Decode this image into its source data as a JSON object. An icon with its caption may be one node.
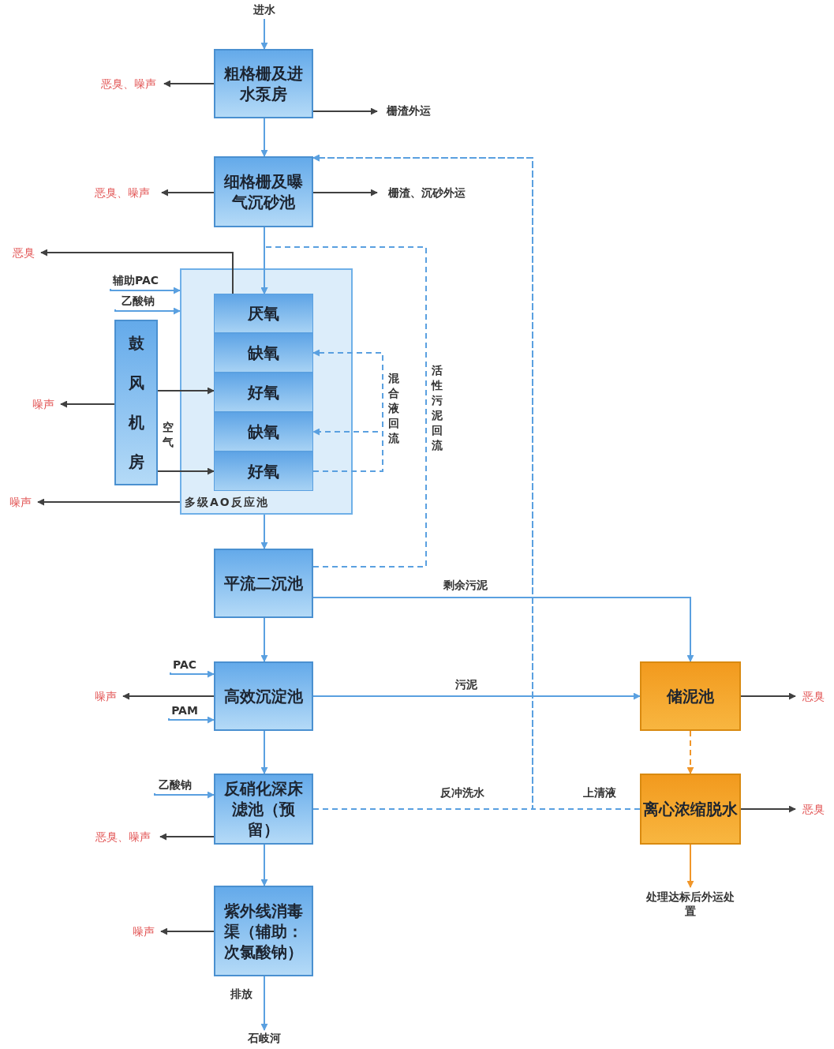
{
  "diagram": {
    "nodes": [
      {
        "text": [
          "进水"
        ]
      },
      {
        "text": [
          "粗格栅及进水泵房"
        ]
      },
      {
        "text": [
          "恶臭、噪声"
        ]
      },
      {
        "text": [
          "栅渣外运"
        ]
      },
      {
        "text": [
          "细格栅及曝气沉砂池"
        ]
      },
      {
        "text": [
          "恶臭、噪声"
        ]
      },
      {
        "text": [
          "栅渣、沉砂外运"
        ]
      },
      {
        "text": [
          "多级AO反应池"
        ]
      },
      {
        "text": [
          "厌氧"
        ],
        "in": 7
      },
      {
        "text": [
          "缺氧"
        ],
        "in": 7
      },
      {
        "text": [
          "好氧"
        ],
        "in": 7
      },
      {
        "text": [
          "缺氧"
        ],
        "in": 7
      },
      {
        "text": [
          "好氧"
        ],
        "in": 7
      },
      {
        "text": [
          "鼓风机房"
        ]
      },
      {
        "text": [
          "恶臭"
        ]
      },
      {
        "text": [
          "噪声"
        ]
      },
      {
        "text": [
          "噪声"
        ]
      },
      {
        "text": [
          "辅助PAC"
        ]
      },
      {
        "text": [
          "乙酸钠"
        ]
      },
      {
        "text": [
          "平流二沉池"
        ]
      },
      {
        "text": [
          "高效沉淀池"
        ]
      },
      {
        "text": [
          "PAC"
        ]
      },
      {
        "text": [
          "PAM"
        ]
      },
      {
        "text": [
          "噪声"
        ]
      },
      {
        "text": [
          "反硝化深床滤池（预留）"
        ]
      },
      {
        "text": [
          "乙酸钠"
        ]
      },
      {
        "text": [
          "恶臭、噪声"
        ]
      },
      {
        "text": [
          "紫外线消毒渠（辅助：次氯酸钠）"
        ]
      },
      {
        "text": [
          "噪声"
        ]
      },
      {
        "text": [
          "石岐河"
        ]
      },
      {
        "text": [
          "储泥池"
        ]
      },
      {
        "text": [
          "恶臭"
        ]
      },
      {
        "text": [
          "离心浓缩脱水"
        ]
      },
      {
        "text": [
          "恶臭"
        ]
      },
      {
        "text": [
          "处理达标后外运处置"
        ]
      }
    ],
    "edges": [
      {
        "from": 0,
        "to": 1,
        "arrow": "to"
      },
      {
        "from": 1,
        "to": 2,
        "arrow": "to",
        "color": "#404040"
      },
      {
        "from": 1,
        "to": 3,
        "arrow": "to",
        "color": "#404040"
      },
      {
        "from": 1,
        "to": 4,
        "arrow": "to"
      },
      {
        "from": 4,
        "to": 5,
        "arrow": "to",
        "color": "#404040"
      },
      {
        "from": 4,
        "to": 6,
        "arrow": "to",
        "color": "#404040"
      },
      {
        "from": 4,
        "to": 8,
        "arrow": "to"
      },
      {
        "from": 8,
        "to": 14,
        "arrow": "to",
        "color": "#404040"
      },
      {
        "from": 17,
        "to": 7,
        "arrow": "to"
      },
      {
        "from": 18,
        "to": 7,
        "arrow": "to"
      },
      {
        "from": 13,
        "to": 10,
        "arrow": "to",
        "label": "空气",
        "color": "#404040"
      },
      {
        "from": 13,
        "to": 12,
        "arrow": "to",
        "color": "#404040"
      },
      {
        "from": 13,
        "to": 15,
        "arrow": "to",
        "color": "#404040"
      },
      {
        "from": 7,
        "to": 16,
        "arrow": "to",
        "color": "#404040"
      },
      {
        "from": 12,
        "to": 9,
        "arrow": "to",
        "label": "混合液回流",
        "style": "dashed"
      },
      {
        "from": 12,
        "to": 11,
        "arrow": "to",
        "style": "dashed"
      },
      {
        "from": 19,
        "to": 8,
        "arrow": "to",
        "label": "活性污泥回流",
        "style": "dashed"
      },
      {
        "from": 7,
        "to": 19,
        "arrow": "to"
      },
      {
        "from": 19,
        "to": 30,
        "arrow": "to",
        "label": "剩余污泥"
      },
      {
        "from": 19,
        "to": 20,
        "arrow": "to"
      },
      {
        "from": 21,
        "to": 20,
        "arrow": "to"
      },
      {
        "from": 22,
        "to": 20,
        "arrow": "to"
      },
      {
        "from": 20,
        "to": 23,
        "arrow": "to",
        "color": "#404040"
      },
      {
        "from": 20,
        "to": 30,
        "arrow": "to",
        "label": "污泥"
      },
      {
        "from": 20,
        "to": 24,
        "arrow": "to"
      },
      {
        "from": 25,
        "to": 24,
        "arrow": "to"
      },
      {
        "from": 24,
        "to": 26,
        "arrow": "to",
        "color": "#404040"
      },
      {
        "from": 24,
        "to": 4,
        "arrow": "to",
        "label": "反冲洗水",
        "style": "dashed"
      },
      {
        "from": 24,
        "to": 27,
        "arrow": "to"
      },
      {
        "from": 27,
        "to": 28,
        "arrow": "to",
        "color": "#404040"
      },
      {
        "from": 27,
        "to": 29,
        "arrow": "to",
        "label": "排放"
      },
      {
        "from": 30,
        "to": 31,
        "arrow": "to",
        "color": "#404040"
      },
      {
        "from": 30,
        "to": 32,
        "arrow": "to",
        "style": "dashed",
        "color": "#f0962a"
      },
      {
        "from": 32,
        "to": 4,
        "arrow": "to",
        "label": "上清液",
        "style": "dashed"
      },
      {
        "from": 32,
        "to": 33,
        "arrow": "to",
        "color": "#404040"
      },
      {
        "from": 32,
        "to": 34,
        "arrow": "to",
        "color": "#f0962a"
      }
    ]
  }
}
